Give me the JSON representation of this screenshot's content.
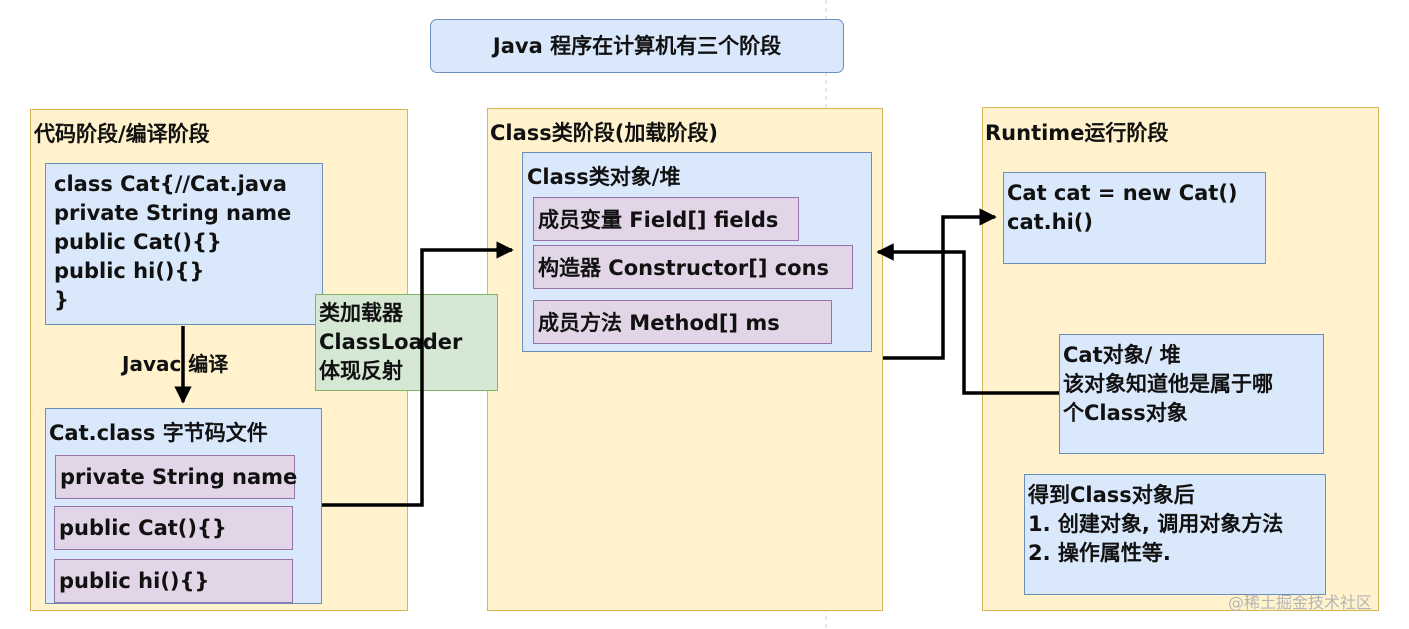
{
  "title": "Java 程序在计算机有三个阶段",
  "stages": {
    "code": {
      "header": "代码阶段/编译阶段",
      "source_lines": [
        "class Cat{//Cat.java",
        "private String name",
        "public Cat(){}",
        "public hi(){}",
        "}"
      ],
      "compile_label": "Javac 编译",
      "bytecode_header": "Cat.class 字节码文件",
      "bytecode_items": [
        "private String name",
        "public Cat(){}",
        "public hi(){}"
      ]
    },
    "classloader": {
      "lines": [
        "类加载器",
        "ClassLoader",
        "体现反射"
      ]
    },
    "class": {
      "header": "Class类阶段(加载阶段)",
      "object_header": "Class类对象/堆",
      "items": [
        "成员变量 Field[] fields",
        "构造器 Constructor[] cons",
        "成员方法 Method[] ms"
      ]
    },
    "runtime": {
      "header": "Runtime运行阶段",
      "code_lines": [
        "Cat cat = new Cat()",
        "cat.hi()"
      ],
      "object_lines": [
        "Cat对象/ 堆",
        "该对象知道他是属于哪",
        "个Class对象"
      ],
      "after_lines": [
        "得到Class对象后",
        "1. 创建对象, 调用对象方法",
        "2. 操作属性等."
      ]
    }
  },
  "watermark": "@稀土掘金技术社区",
  "colors": {
    "stage_fill": "#fff2cc",
    "box_fill": "#dae8fc",
    "item_fill": "#e1d5e7",
    "classloader_fill": "#d5e8d4",
    "arrow": "#000000"
  }
}
